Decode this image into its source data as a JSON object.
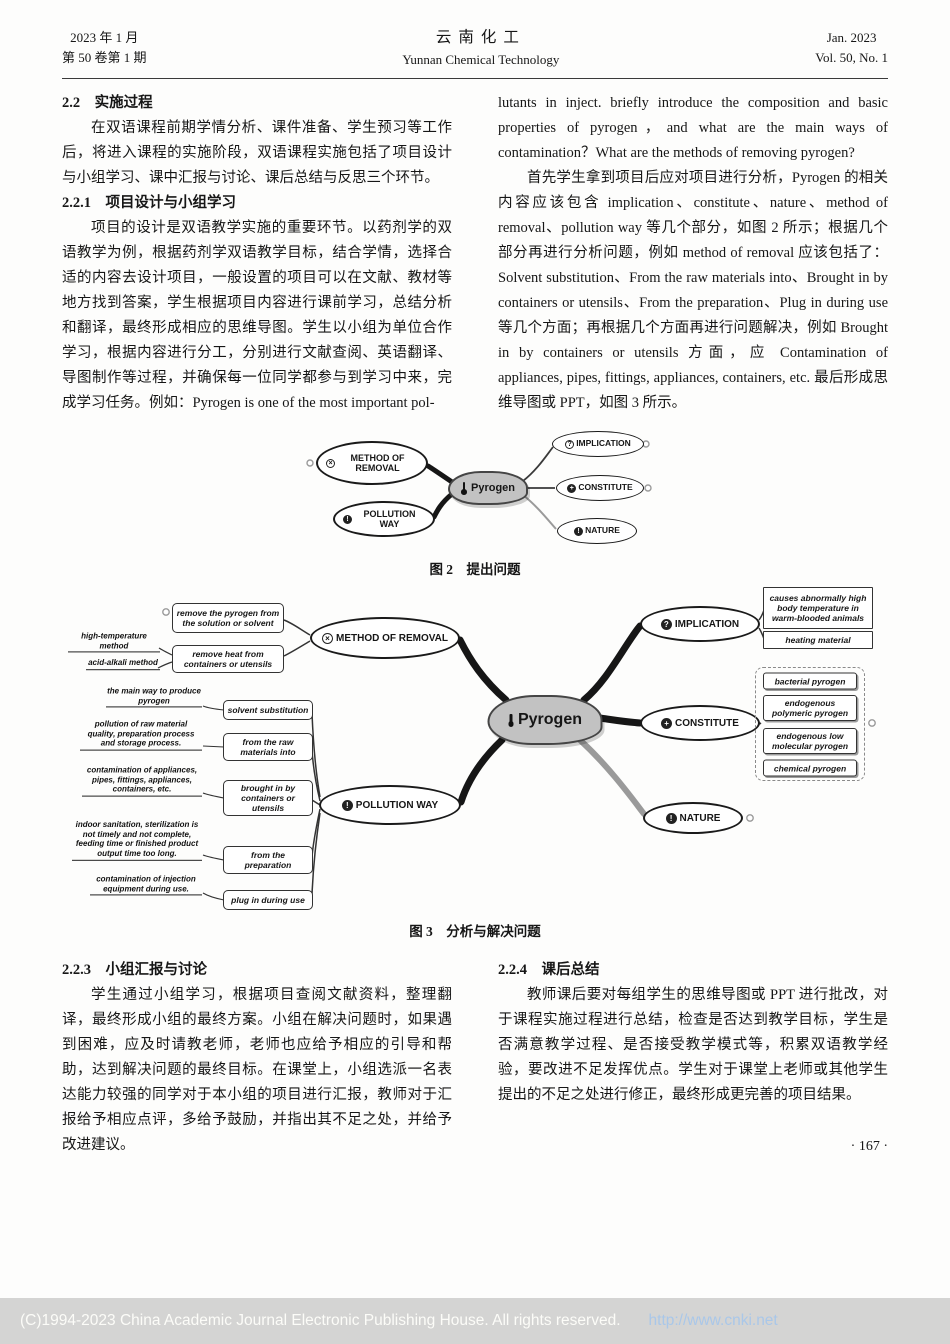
{
  "header": {
    "date_cn": "2023 年 1 月",
    "issue_cn": "第 50 卷第 1 期",
    "journal_cn": "云南化工",
    "journal_en": "Yunnan Chemical Technology",
    "date_en": "Jan. 2023",
    "issue_en": "Vol. 50, No. 1"
  },
  "article": {
    "s22_title": "2.2　实施过程",
    "s22_para": "在双语课程前期学情分析、课件准备、学生预习等工作后，将进入课程的实施阶段，双语课程实施包括了项目设计与小组学习、课中汇报与讨论、课后总结与反思三个环节。",
    "s221_title": "2.2.1　项目设计与小组学习",
    "s221_para": "项目的设计是双语教学实施的重要环节。以药剂学的双语教学为例，根据药剂学双语教学目标，结合学情，选择合适的内容去设计项目，一般设置的项目可以在文献、教材等地方找到答案，学生根据项目内容进行课前学习，总结分析和翻译，最终形成相应的思维导图。学生以小组为单位合作学习，根据内容进行分工，分别进行文献查阅、英语翻译、导图制作等过程，并确保每一位同学都参与到学习中来，完成学习任务。例如：Pyrogen is one of the most important pol-",
    "right_cont": "lutants in inject. briefly introduce the composition and basic properties of pyrogen，and what are the main ways of contamination？What are the methods of removing pyrogen?",
    "right_para": "首先学生拿到项目后应对项目进行分析，Pyrogen 的相关内容应该包含 implication、constitute、nature、method of removal、pollution way 等几个部分，如图 2 所示；根据几个部分再进行分析问题，例如 method of removal 应该包括了：Solvent substitution、From the raw materials into、Brought in by containers or utensils、From the preparation、Plug in during use 等几个方面；再根据几个方面再进行问题解决，例如 Brought in by containers or utensils 方面，应 Contamination of appliances, pipes, fittings, appliances, containers, etc. 最后形成思维导图或 PPT，如图 3 所示。",
    "s223_title": "2.2.3　小组汇报与讨论",
    "s223_para": "学生通过小组学习，根据项目查阅文献资料，整理翻译，最终形成小组的最终方案。小组在解决问题时，如果遇到困难，应及时请教老师，老师也应给予相应的引导和帮助，达到解决问题的最终目标。在课堂上，小组选派一名表达能力较强的同学对于本小组的项目进行汇报，教师对于汇报给予相应点评，多给予鼓励，并指出其不足之处，并给予改进建议。",
    "s224_title": "2.2.4　课后总结",
    "s224_para": "教师课后要对每组学生的思维导图或 PPT 进行批改，对于课程实施过程进行总结，检查是否达到教学目标，学生是否满意教学过程、是否接受教学模式等，积累双语教学经验，要改进不足发挥优点。学生对于课堂上老师或其他学生提出的不足之处进行修正，最终形成更完善的项目结果。",
    "page_number": "· 167 ·"
  },
  "figure2": {
    "caption": "图 2　提出问题",
    "center_label": "Pyrogen",
    "method_of_removal": {
      "label": "METHOD OF REMOVAL",
      "icon": "×"
    },
    "pollution_way": {
      "label": "POLLUTION WAY",
      "icon": "!"
    },
    "implication": {
      "label": "IMPLICATION",
      "icon": "?"
    },
    "constitute": {
      "label": "CONSTITUTE",
      "icon": "+"
    },
    "nature": {
      "label": "NATURE",
      "icon": "!"
    }
  },
  "figure3": {
    "caption": "图 3　分析与解决问题",
    "center_label": "Pyrogen",
    "method": {
      "label": "METHOD OF REMOVAL",
      "icon": "×",
      "children": [
        {
          "label": "remove the pyrogen from the solution or solvent"
        },
        {
          "label": "remove heat from containers or utensils"
        }
      ],
      "methods": [
        {
          "label": "high-temperature method"
        },
        {
          "label": "acid-alkali method"
        }
      ]
    },
    "pollution": {
      "label": "POLLUTION WAY",
      "icon": "!",
      "children": [
        {
          "label": "solvent substitution",
          "note": "the main way to produce pyrogen"
        },
        {
          "label": "from the raw materials into",
          "note": "pollution of raw material quality, preparation process and storage process."
        },
        {
          "label": "brought in by containers or utensils",
          "note": "contamination of appliances, pipes, fittings, appliances, containers, etc."
        },
        {
          "label": "from the preparation",
          "note": "indoor sanitation, sterilization is not timely and not complete, feeding time or finished product output time too long."
        },
        {
          "label": "plug in during use",
          "note": "contamination of injection equipment during use."
        }
      ]
    },
    "implication": {
      "label": "IMPLICATION",
      "icon": "?",
      "children": [
        {
          "label": "causes abnormally high body temperature in warm-blooded animals"
        },
        {
          "label": "heating material"
        }
      ]
    },
    "constitute": {
      "label": "CONSTITUTE",
      "icon": "+",
      "children": [
        {
          "label": "bacterial pyrogen"
        },
        {
          "label": "endogenous polymeric pyrogen"
        },
        {
          "label": "endogenous low molecular pyrogen"
        },
        {
          "label": "chemical pyrogen"
        }
      ]
    },
    "nature": {
      "label": "NATURE",
      "icon": "!"
    }
  },
  "footer": {
    "copyright": "(C)1994-2023 China Academic Journal Electronic Publishing House. All rights reserved.",
    "url": "http://www.cnki.net"
  }
}
